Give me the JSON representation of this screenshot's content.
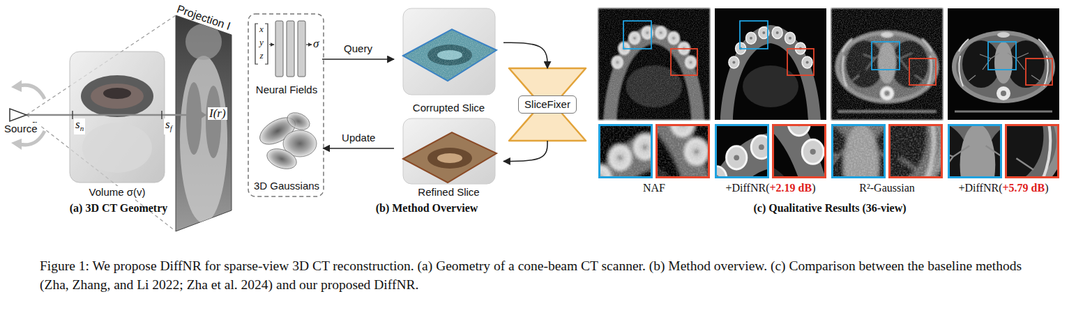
{
  "diagram": {
    "caption": "Figure 1: We propose DiffNR for sparse-view 3D CT reconstruction. (a) Geometry of a cone-beam CT scanner. (b) Method overview. (c) Comparison between the baseline methods (Zha, Zhang, and Li 2022; Zha et al. 2024) and our proposed DiffNR.",
    "nodes": [
      {
        "text": [
          "Neural Fields"
        ]
      },
      {
        "text": [
          "3D Gaussians"
        ]
      },
      {
        "text": [
          "Corrupted Slice"
        ]
      },
      {
        "text": [
          "SliceFixer"
        ]
      },
      {
        "text": [
          "Refined Slice"
        ]
      }
    ],
    "edges": [
      {
        "from": 0,
        "to": 2,
        "arrow": "to",
        "label": "Query"
      },
      {
        "from": 2,
        "to": 3,
        "arrow": "to"
      },
      {
        "from": 3,
        "to": 4,
        "arrow": "to"
      },
      {
        "from": 4,
        "to": 1,
        "arrow": "to",
        "label": "Update"
      }
    ],
    "labels": [
      "Projection I",
      "r",
      "Source",
      "s",
      "n",
      "s",
      "f",
      "I(r)",
      "Volume σ(v)",
      "(a) 3D CT Geometry",
      "x",
      "y",
      "z",
      "σ",
      "(b) Method Overview",
      "NAF",
      "+DiffNR(",
      "+2.19 dB",
      ")",
      "R²-Gaussian",
      "+DiffNR(",
      "+5.79 dB",
      ")",
      "(c) Qualitative Results (36-view)"
    ]
  }
}
